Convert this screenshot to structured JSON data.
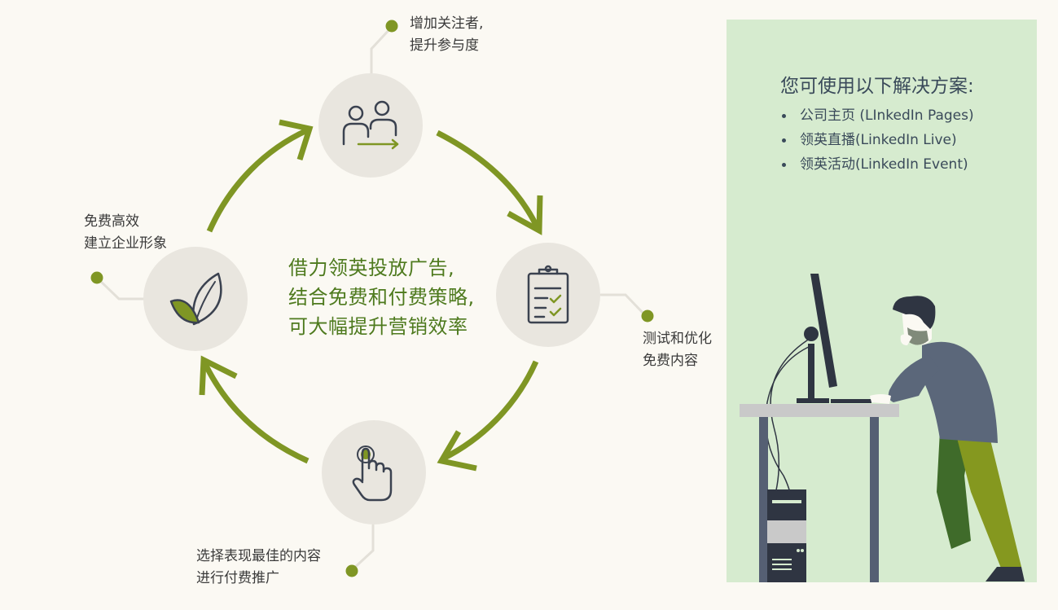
{
  "center": {
    "line1": "借力领英投放广告,",
    "line2": "结合免费和付费策略,",
    "line3": "可大幅提升营销效率"
  },
  "steps": {
    "engage": {
      "line1": "增加关注者,",
      "line2": "提升参与度",
      "icon": "people-arrow-icon"
    },
    "test": {
      "line1": "测试和优化",
      "line2": "免费内容",
      "icon": "clipboard-check-icon"
    },
    "promote": {
      "line1": "选择表现最佳的内容",
      "line2": "进行付费推广",
      "icon": "hand-pointer-icon"
    },
    "brand": {
      "line1": "免费高效",
      "line2": "建立企业形象",
      "icon": "leaf-icon"
    }
  },
  "panel": {
    "title": "您可使用以下解决方案:",
    "items": [
      "公司主页 (LInkedIn Pages)",
      "领英直播(LinkedIn Live)",
      "领英活动(LinkedIn Event)"
    ]
  },
  "colors": {
    "background": "#fbf9f3",
    "accent_green": "#7f9624",
    "circle_fill": "#e9e6df",
    "panel_bg": "#d6ebcf",
    "text_dark": "#3a4a5a"
  }
}
